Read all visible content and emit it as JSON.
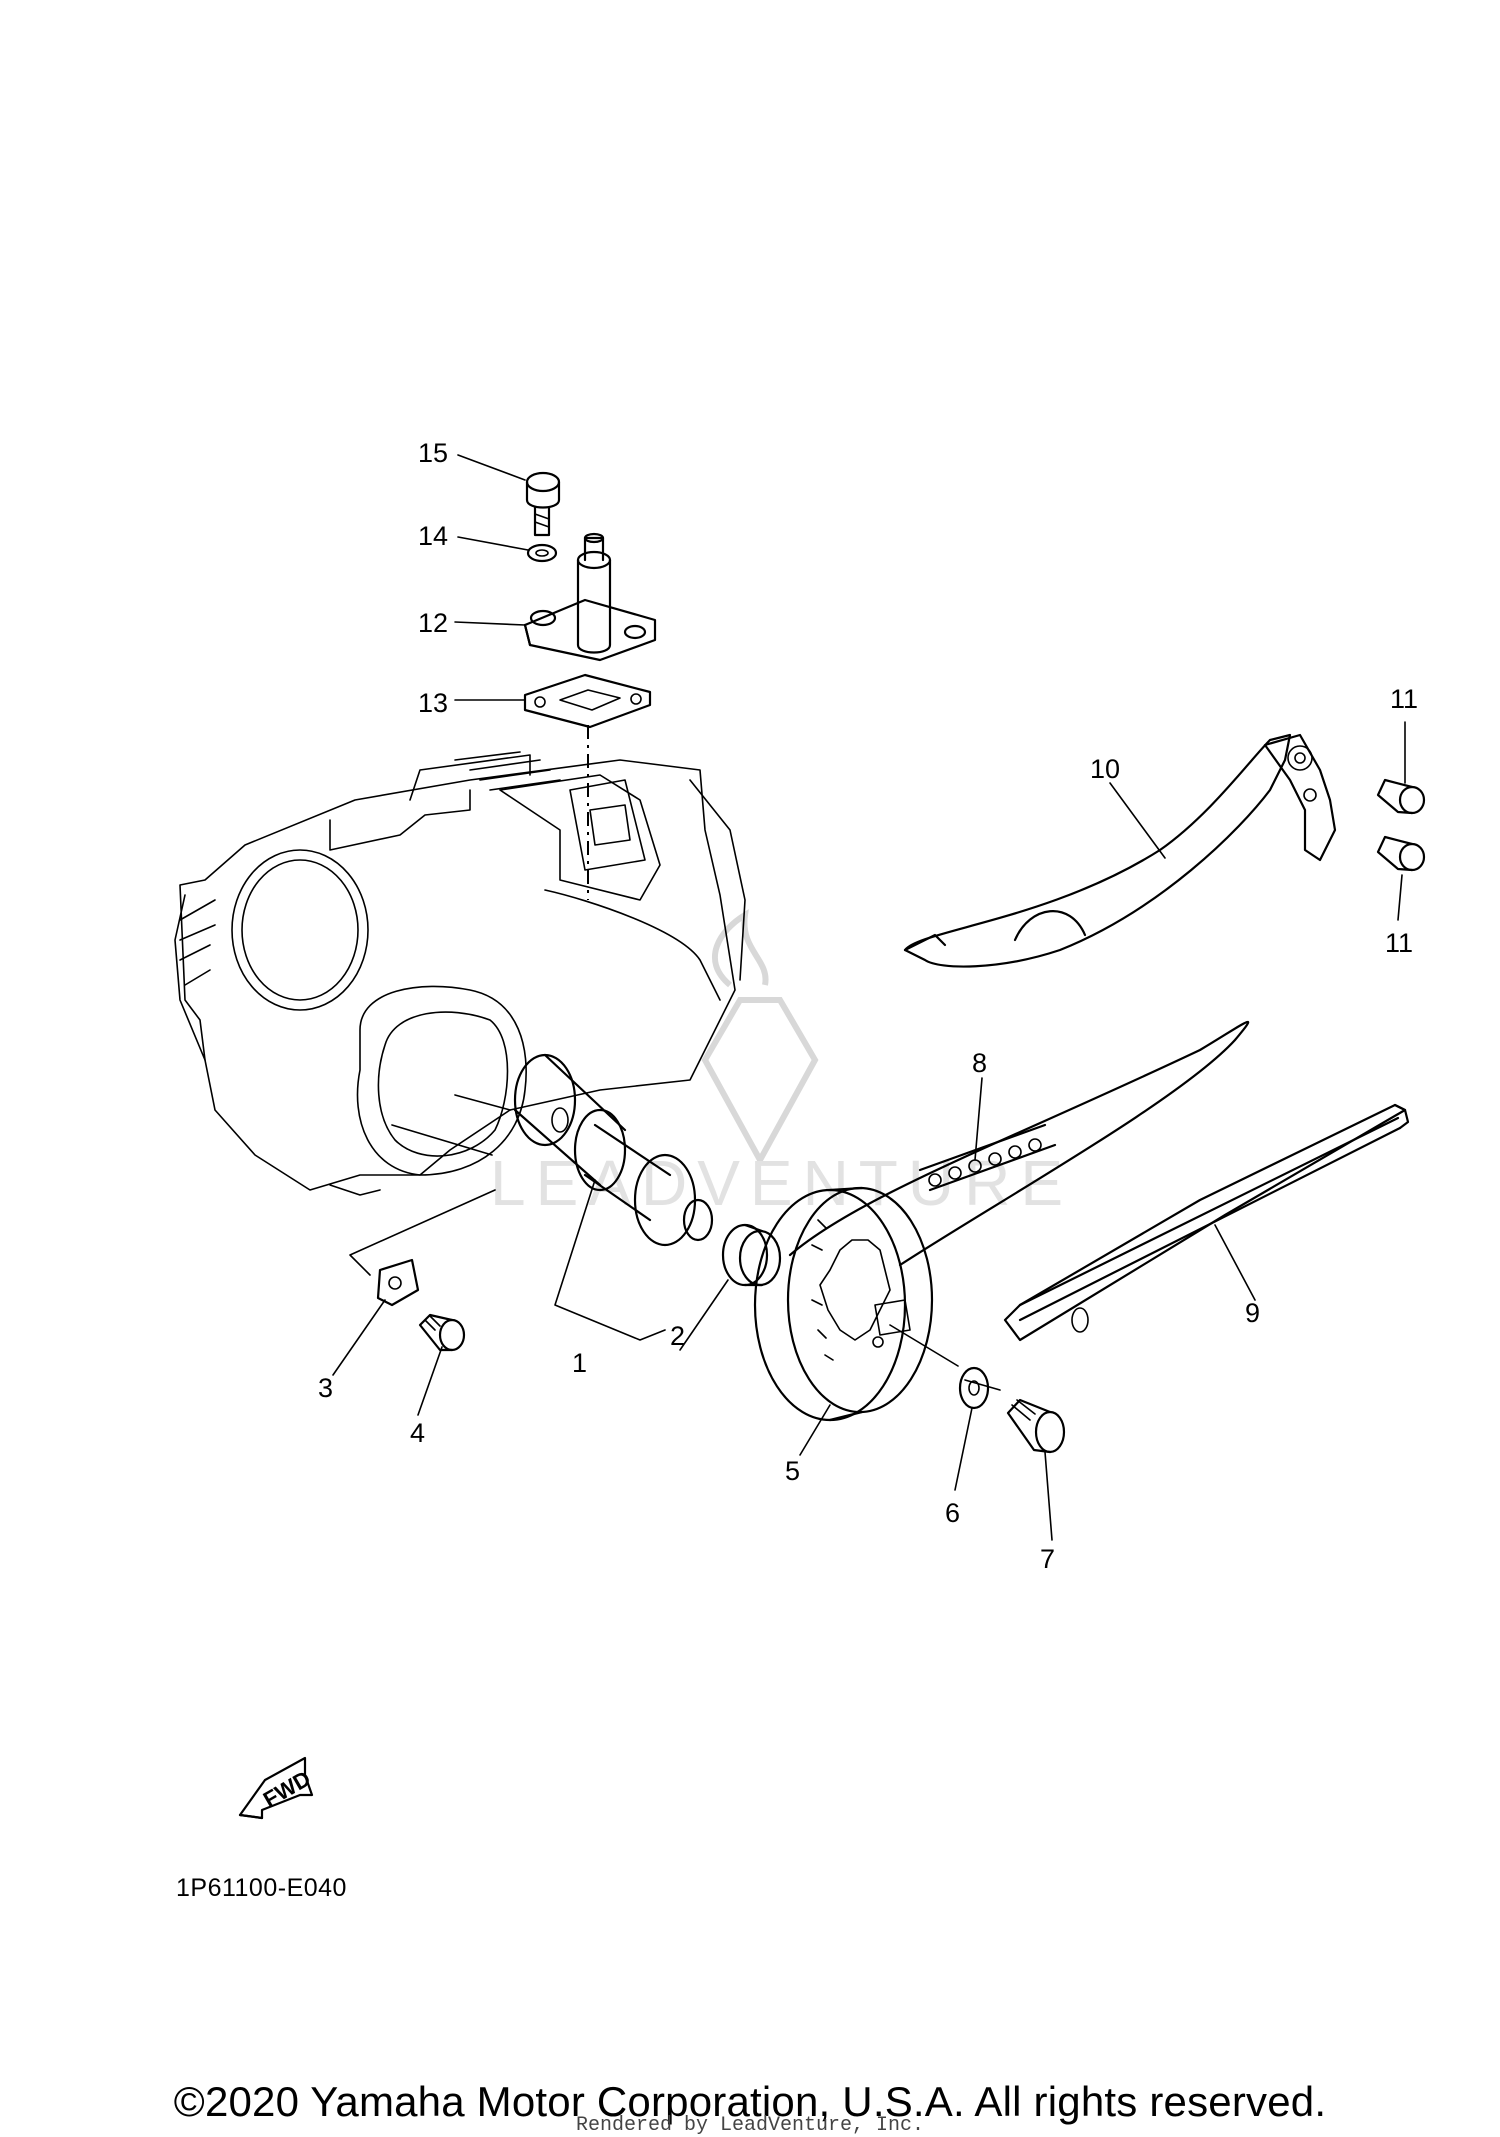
{
  "diagram": {
    "callouts": [
      {
        "id": "c1",
        "label": "1"
      },
      {
        "id": "c2",
        "label": "2"
      },
      {
        "id": "c3",
        "label": "3"
      },
      {
        "id": "c4",
        "label": "4"
      },
      {
        "id": "c5",
        "label": "5"
      },
      {
        "id": "c6",
        "label": "6"
      },
      {
        "id": "c7",
        "label": "7"
      },
      {
        "id": "c8",
        "label": "8"
      },
      {
        "id": "c9",
        "label": "9"
      },
      {
        "id": "c10",
        "label": "10"
      },
      {
        "id": "c11a",
        "label": "11"
      },
      {
        "id": "c11b",
        "label": "11"
      },
      {
        "id": "c12",
        "label": "12"
      },
      {
        "id": "c13",
        "label": "13"
      },
      {
        "id": "c14",
        "label": "14"
      },
      {
        "id": "c15",
        "label": "15"
      }
    ],
    "fwd_label": "FWD",
    "reference_code": "1P61100-E040",
    "watermark_text": "LEADVENTURE"
  },
  "footer": {
    "copyright": "©2020 Yamaha Motor Corporation, U.S.A. All rights reserved.",
    "rendered_by": "Rendered by LeadVenture, Inc."
  }
}
